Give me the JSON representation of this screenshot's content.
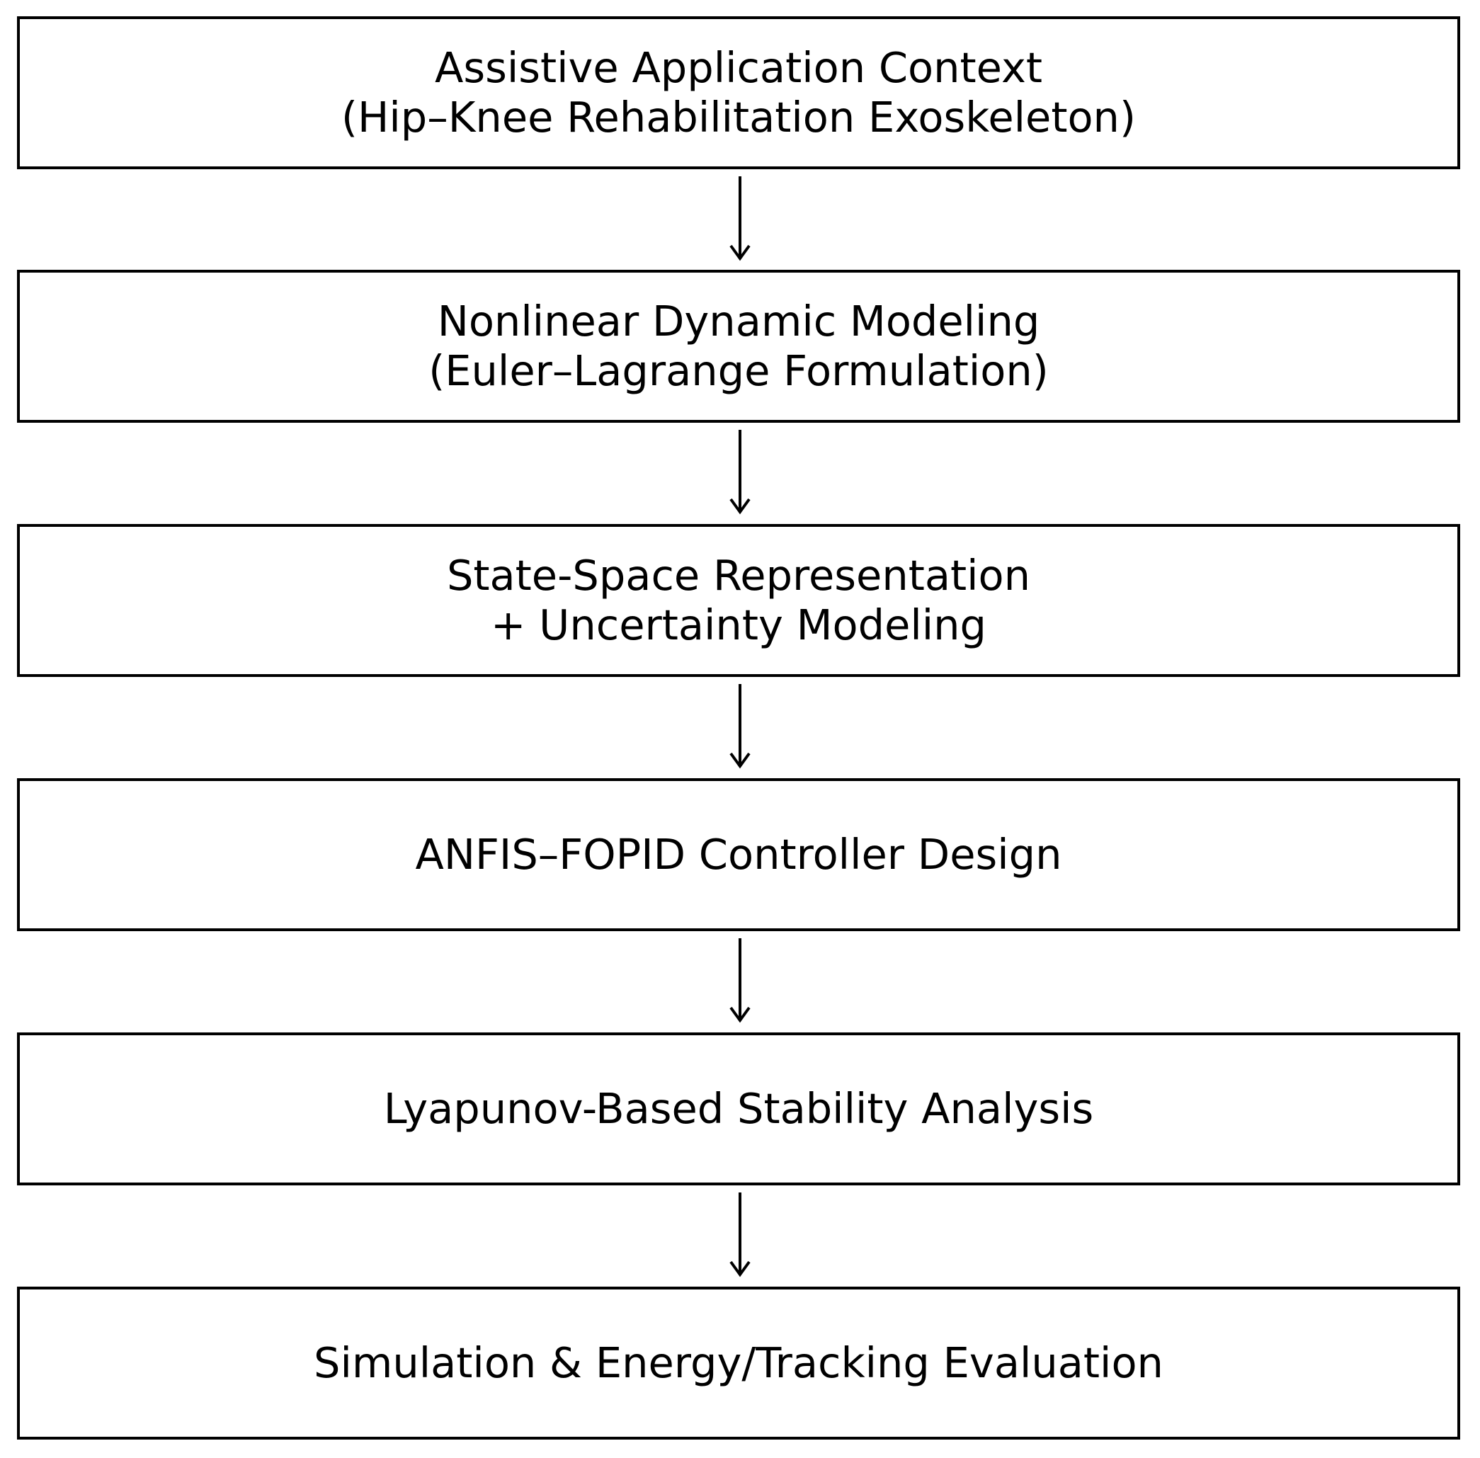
{
  "flowchart": {
    "steps": [
      {
        "lines": [
          "Assistive Application Context",
          "(Hip–Knee Rehabilitation Exoskeleton)"
        ]
      },
      {
        "lines": [
          "Nonlinear Dynamic Modeling",
          "(Euler–Lagrange Formulation)"
        ]
      },
      {
        "lines": [
          "State-Space Representation",
          "+ Uncertainty Modeling"
        ]
      },
      {
        "lines": [
          "ANFIS–FOPID Controller Design"
        ]
      },
      {
        "lines": [
          "Lyapunov-Based Stability Analysis"
        ]
      },
      {
        "lines": [
          "Simulation & Energy/Tracking Evaluation"
        ]
      }
    ],
    "colors": {
      "border": "#000000",
      "arrow": "#000000",
      "background": "#ffffff",
      "text": "#000000"
    }
  }
}
